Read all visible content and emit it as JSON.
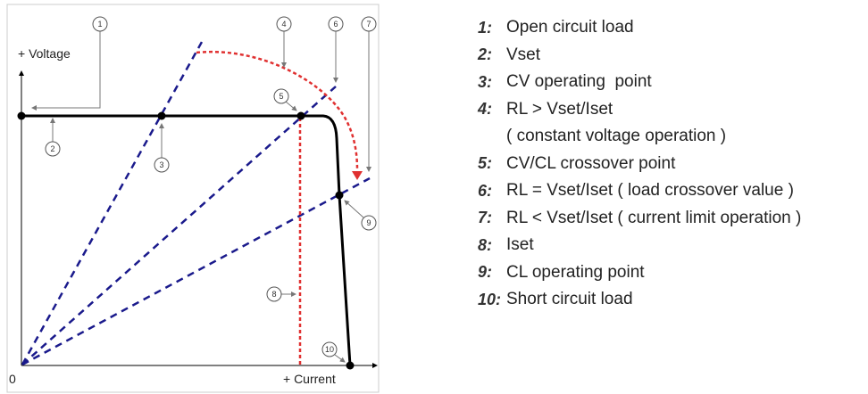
{
  "axes": {
    "y_label": "+ Voltage",
    "x_label": "+ Current",
    "origin_label": "0"
  },
  "callouts": [
    "1",
    "2",
    "3",
    "4",
    "5",
    "6",
    "7",
    "8",
    "9",
    "10"
  ],
  "legend": [
    {
      "num": "1:",
      "text": "Open circuit load"
    },
    {
      "num": "2:",
      "text": "Vset"
    },
    {
      "num": "3:",
      "text": "CV operating  point"
    },
    {
      "num": "4:",
      "text": "RL > Vset/Iset"
    },
    {
      "num": "",
      "text": "( constant voltage operation )"
    },
    {
      "num": "5:",
      "text": "CV/CL crossover point"
    },
    {
      "num": "6:",
      "text": "RL = Vset/Iset ( load crossover value )"
    },
    {
      "num": "7:",
      "text": "RL < Vset/Iset ( current limit operation )"
    },
    {
      "num": "8:",
      "text": "Iset"
    },
    {
      "num": "9:",
      "text": "CL operating point"
    },
    {
      "num": "10:",
      "text": "Short circuit load"
    }
  ],
  "colors": {
    "load_lines": "#1a1a8c",
    "iset_line": "#e03030",
    "curve": "#000000",
    "callout": "#777777"
  }
}
